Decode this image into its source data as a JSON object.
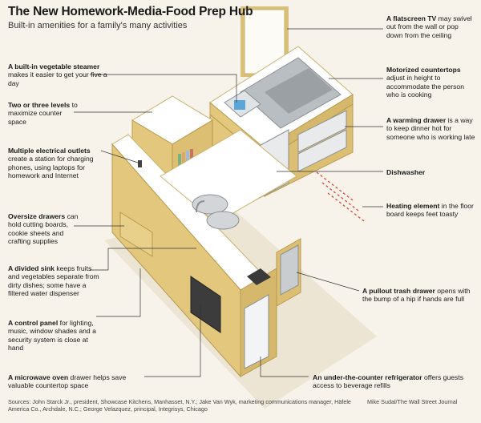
{
  "header": {
    "title": "The New Homework-Media-Food Prep Hub",
    "subtitle": "Built-in amenities for a family's many activities"
  },
  "callouts": [
    {
      "id": "steamer",
      "bold": "A built-in vegetable steamer",
      "text": "makes it easier to get your five a day"
    },
    {
      "id": "levels",
      "bold": "Two or three levels",
      "text": "to maximize counter space"
    },
    {
      "id": "outlets",
      "bold": "Multiple electrical outlets",
      "text": "create a station for charging phones, using laptops for homework and Internet"
    },
    {
      "id": "drawers",
      "bold": "Oversize drawers",
      "text": "can hold cutting boards, cookie sheets and crafting supplies"
    },
    {
      "id": "sink",
      "bold": "A divided sink",
      "text": "keeps fruits and vegetables separate from dirty dishes; some have a filtered water dispenser"
    },
    {
      "id": "control",
      "bold": "A control panel",
      "text": "for lighting, music, window shades and a security system is close at hand"
    },
    {
      "id": "microwave",
      "bold": "A microwave oven",
      "text": "drawer helps save valuable countertop space"
    },
    {
      "id": "tv",
      "bold": "A flatscreen TV",
      "text": "may swivel out from the wall or pop down from the ceiling"
    },
    {
      "id": "countertops",
      "bold": "Motorized countertops",
      "text": "adjust in height to accommodate the person who is cooking"
    },
    {
      "id": "warming",
      "bold": "A warming drawer",
      "text": "is a way to keep dinner hot for someone who is working late"
    },
    {
      "id": "dishwasher",
      "bold": "Dishwasher",
      "text": ""
    },
    {
      "id": "heating",
      "bold": "Heating element",
      "text": "in the floor board keeps feet toasty"
    },
    {
      "id": "trash",
      "bold": "A pullout trash drawer",
      "text": "opens with the bump of a hip if hands are full"
    },
    {
      "id": "fridge",
      "bold": "An under-the-counter refrigerator",
      "text": "offers guests access to beverage refills"
    }
  ],
  "footer": {
    "sources": "Sources: John Starck Jr., president, Showcase Kitchens, Manhasset, N.Y.; Jake Van Wyk, marketing communications manager, Häfele America Co., Archdale, N.C.; George Velazquez, principal, Integrisys, Chicago",
    "credit": "Mike Sudal/The Wall Street Journal"
  },
  "colors": {
    "background": "#f7f3ea",
    "cabinet": "#e3c77d",
    "countertop": "#ffffff",
    "appliance_steel": "#cfd3d6",
    "heating": "#d94a3a"
  }
}
